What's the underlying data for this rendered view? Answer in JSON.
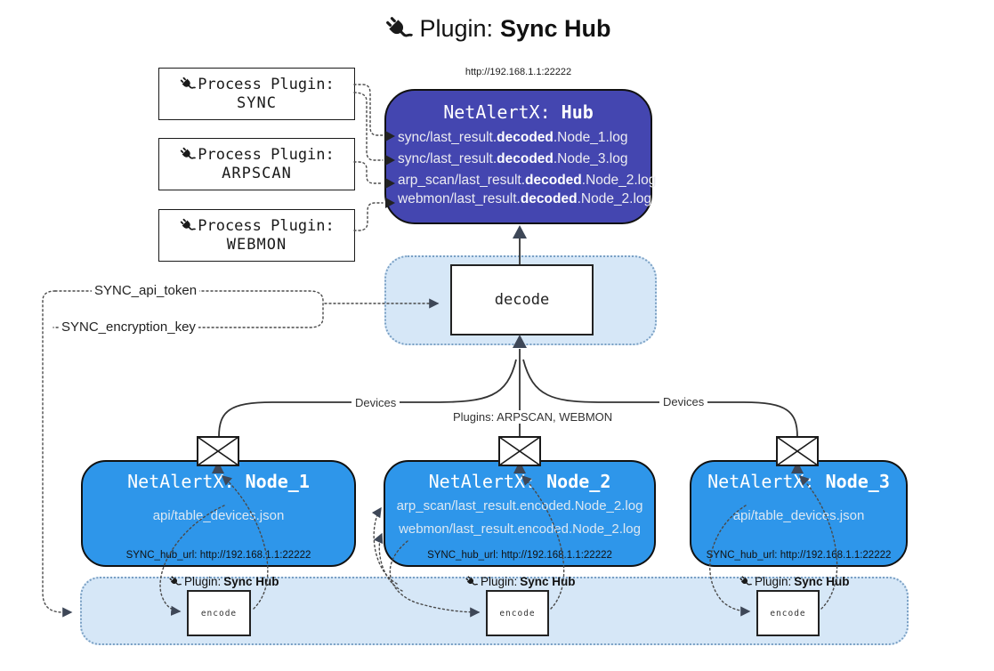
{
  "title": {
    "label": "Plugin:",
    "label_bold": "Sync Hub"
  },
  "process_plugins": [
    {
      "label": "Process Plugin:",
      "name": "SYNC"
    },
    {
      "label": "Process Plugin:",
      "name": "ARPSCAN"
    },
    {
      "label": "Process Plugin:",
      "name": "WEBMON"
    }
  ],
  "hub": {
    "url": "http://192.168.1.1:22222",
    "name": "NetAlertX:",
    "name_bold": "Hub",
    "logs": [
      {
        "pre": "sync/last_result.",
        "mid": "decoded",
        "post": ".Node_1.log"
      },
      {
        "pre": "sync/last_result.",
        "mid": "decoded",
        "post": ".Node_3.log"
      },
      {
        "pre": "arp_scan/last_result.",
        "mid": "decoded",
        "post": ".Node_2.log"
      },
      {
        "pre": "webmon/last_result.",
        "mid": "decoded",
        "post": ".Node_2.log"
      }
    ]
  },
  "decode_label": "decode",
  "keys": {
    "api_token": "SYNC_api_token",
    "encryption_key": "SYNC_encryption_key"
  },
  "edge_labels": {
    "devices_left": "Devices",
    "devices_right": "Devices",
    "plugins": "Plugins: ARPSCAN, WEBMON"
  },
  "nodes": [
    {
      "name": "NetAlertX:",
      "name_bold": "Node_1",
      "files": [
        "api/table_devices.json"
      ],
      "hub_url": "SYNC_hub_url: http://192.168.1.1:22222"
    },
    {
      "name": "NetAlertX:",
      "name_bold": "Node_2",
      "files": [
        "arp_scan/last_result.encoded.Node_2.log",
        "webmon/last_result.encoded.Node_2.log"
      ],
      "hub_url": "SYNC_hub_url: http://192.168.1.1:22222"
    },
    {
      "name": "NetAlertX:",
      "name_bold": "Node_3",
      "files": [
        "api/table_devices.json"
      ],
      "hub_url": "SYNC_hub_url: http://192.168.1.1:22222"
    }
  ],
  "encoders": [
    {
      "label": "Plugin:",
      "label_bold": "Sync Hub",
      "box": "encode"
    },
    {
      "label": "Plugin:",
      "label_bold": "Sync Hub",
      "box": "encode"
    },
    {
      "label": "Plugin:",
      "label_bold": "Sync Hub",
      "box": "encode"
    }
  ],
  "colors": {
    "hub_bg": "#4446B0",
    "node_bg": "#2E96EA",
    "panel_bg": "#D6E7F7",
    "panel_border": "#7AA0C4",
    "line": "#333333",
    "arrow": "#3E4757"
  }
}
